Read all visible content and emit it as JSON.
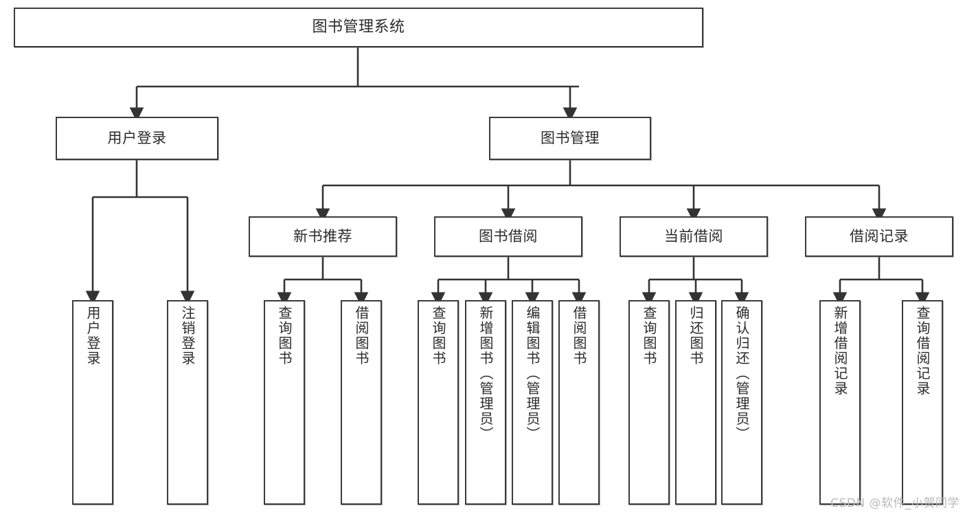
{
  "diagram": {
    "title": "图书管理系统",
    "watermark": "CSDN @软件_小贺同学",
    "colors": {
      "box_border": "#3b3b3b",
      "box_fill": "#ffffff",
      "connector": "#333333",
      "text": "#2b2b2b",
      "watermark": "#b9b9b9",
      "background": "#ffffff"
    },
    "level2": [
      {
        "label": "用户登录"
      },
      {
        "label": "图书管理"
      }
    ],
    "level3": [
      {
        "label": "新书推荐"
      },
      {
        "label": "图书借阅"
      },
      {
        "label": "当前借阅"
      },
      {
        "label": "借阅记录"
      }
    ],
    "leaves": {
      "user_login": [
        {
          "label": "用户登录"
        },
        {
          "label": "注销登录"
        }
      ],
      "new_book": [
        {
          "label": "查询图书"
        },
        {
          "label": "借阅图书"
        }
      ],
      "book_borrow": [
        {
          "label": "查询图书"
        },
        {
          "label": "新增图书（管理员）"
        },
        {
          "label": "编辑图书（管理员）"
        },
        {
          "label": "借阅图书"
        }
      ],
      "current_borrow": [
        {
          "label": "查询图书"
        },
        {
          "label": "归还图书"
        },
        {
          "label": "确认归还（管理员）"
        }
      ],
      "borrow_record": [
        {
          "label": "新增借阅记录"
        },
        {
          "label": "查询借阅记录"
        }
      ]
    }
  },
  "chart_data": {
    "type": "tree",
    "title": "图书管理系统",
    "orientation": "top-down",
    "nodes": [
      {
        "id": "root",
        "label": "图书管理系统",
        "level": 0,
        "parent": null
      },
      {
        "id": "n-user-login",
        "label": "用户登录",
        "level": 1,
        "parent": "root"
      },
      {
        "id": "n-book-mgmt",
        "label": "图书管理",
        "level": 1,
        "parent": "root"
      },
      {
        "id": "n-new-book",
        "label": "新书推荐",
        "level": 2,
        "parent": "n-book-mgmt"
      },
      {
        "id": "n-book-borrow",
        "label": "图书借阅",
        "level": 2,
        "parent": "n-book-mgmt"
      },
      {
        "id": "n-current-borrow",
        "label": "当前借阅",
        "level": 2,
        "parent": "n-book-mgmt"
      },
      {
        "id": "n-borrow-record",
        "label": "借阅记录",
        "level": 2,
        "parent": "n-book-mgmt"
      },
      {
        "id": "l-user-login",
        "label": "用户登录",
        "level": 3,
        "parent": "n-user-login"
      },
      {
        "id": "l-logout",
        "label": "注销登录",
        "level": 3,
        "parent": "n-user-login"
      },
      {
        "id": "l-nb-query",
        "label": "查询图书",
        "level": 3,
        "parent": "n-new-book"
      },
      {
        "id": "l-nb-borrow",
        "label": "借阅图书",
        "level": 3,
        "parent": "n-new-book"
      },
      {
        "id": "l-bb-query",
        "label": "查询图书",
        "level": 3,
        "parent": "n-book-borrow"
      },
      {
        "id": "l-bb-add",
        "label": "新增图书（管理员）",
        "level": 3,
        "parent": "n-book-borrow"
      },
      {
        "id": "l-bb-edit",
        "label": "编辑图书（管理员）",
        "level": 3,
        "parent": "n-book-borrow"
      },
      {
        "id": "l-bb-borrow",
        "label": "借阅图书",
        "level": 3,
        "parent": "n-book-borrow"
      },
      {
        "id": "l-cb-query",
        "label": "查询图书",
        "level": 3,
        "parent": "n-current-borrow"
      },
      {
        "id": "l-cb-return",
        "label": "归还图书",
        "level": 3,
        "parent": "n-current-borrow"
      },
      {
        "id": "l-cb-confirm",
        "label": "确认归还（管理员）",
        "level": 3,
        "parent": "n-current-borrow"
      },
      {
        "id": "l-br-add",
        "label": "新增借阅记录",
        "level": 3,
        "parent": "n-borrow-record"
      },
      {
        "id": "l-br-query",
        "label": "查询借阅记录",
        "level": 3,
        "parent": "n-borrow-record"
      }
    ]
  }
}
